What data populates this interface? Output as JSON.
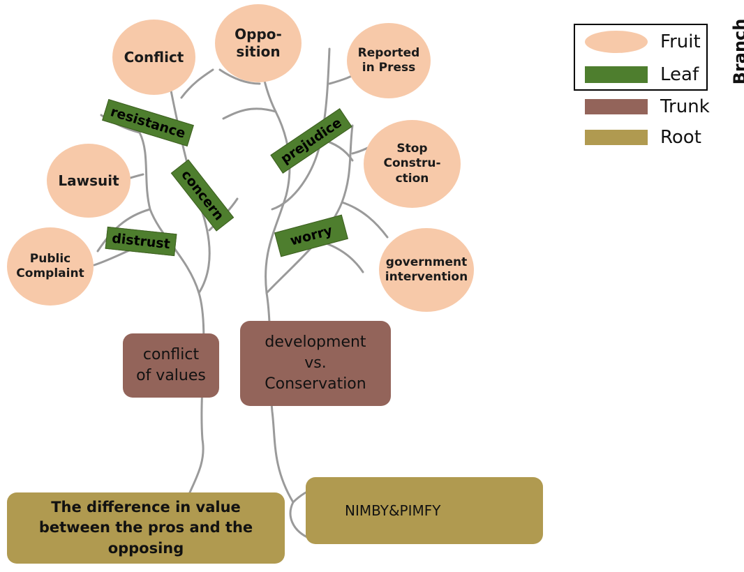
{
  "colors": {
    "fruit": "#f7c9a9",
    "leaf": "#4e7e2e",
    "trunk": "#93645a",
    "root": "#b09a50",
    "branch_line": "#9a9a9a"
  },
  "fruits": {
    "conflict": "Conflict",
    "opposition": "Oppo-\nsition",
    "reported": "Reported\nin Press",
    "lawsuit": "Lawsuit",
    "stop": "Stop\nConstru-\nction",
    "public": "Public\nComplaint",
    "government": "government\nintervention"
  },
  "leaves": {
    "resistance": "resistance",
    "concern": "concern",
    "prejudice": "prejudice",
    "distrust": "distrust",
    "worry": "worry"
  },
  "trunk": {
    "conflict_values": "conflict\nof values",
    "development": "development\nvs.\nConservation"
  },
  "roots": {
    "difference": "The difference in value\nbetween the pros and the\nopposing",
    "nimby": "NIMBY&PIMFY"
  },
  "legend": {
    "fruit": "Fruit",
    "leaf": "Leaf",
    "trunk": "Trunk",
    "root": "Root",
    "branch": "Branch"
  }
}
